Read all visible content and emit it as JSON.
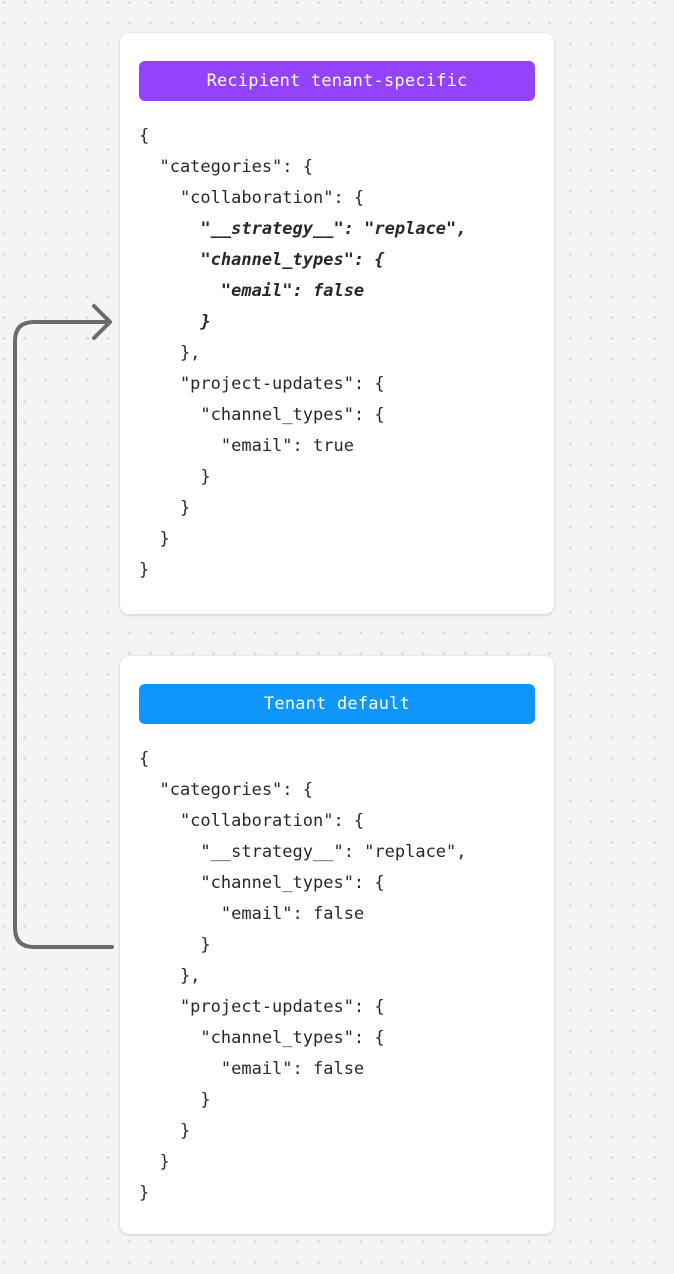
{
  "canvas": {
    "background_color": "#f4f4f4",
    "dot_color": "#c9c9c9"
  },
  "connector": {
    "name": "inheritance-arrow",
    "description": "arrow from tenant-default card to recipient tenant-specific card",
    "stroke_color": "#6b6b6b",
    "stroke_width": 4,
    "arrowhead": "chevron-right"
  },
  "cards": [
    {
      "id": "recipient",
      "header_label": "Recipient tenant-specific",
      "header_color": "#9442fb",
      "header_text_color": "#ffffff",
      "body_text_color": "#24292e",
      "lines": [
        {
          "text": "{",
          "highlight": false
        },
        {
          "text": "  \"categories\": {",
          "highlight": false
        },
        {
          "text": "    \"collaboration\": {",
          "highlight": false
        },
        {
          "text": "      \"__strategy__\": \"replace\",",
          "highlight": true
        },
        {
          "text": "      \"channel_types\": {",
          "highlight": true
        },
        {
          "text": "        \"email\": false",
          "highlight": true
        },
        {
          "text": "      }",
          "highlight": true
        },
        {
          "text": "    },",
          "highlight": false
        },
        {
          "text": "    \"project-updates\": {",
          "highlight": false
        },
        {
          "text": "      \"channel_types\": {",
          "highlight": false
        },
        {
          "text": "        \"email\": true",
          "highlight": false
        },
        {
          "text": "      }",
          "highlight": false
        },
        {
          "text": "    }",
          "highlight": false
        },
        {
          "text": "  }",
          "highlight": false
        },
        {
          "text": "}",
          "highlight": false
        }
      ]
    },
    {
      "id": "tenant",
      "header_label": "Tenant default",
      "header_color": "#0e96fa",
      "header_text_color": "#ffffff",
      "body_text_color": "#24292e",
      "lines": [
        {
          "text": "{",
          "highlight": false
        },
        {
          "text": "  \"categories\": {",
          "highlight": false
        },
        {
          "text": "    \"collaboration\": {",
          "highlight": false
        },
        {
          "text": "      \"__strategy__\": \"replace\",",
          "highlight": false
        },
        {
          "text": "      \"channel_types\": {",
          "highlight": false
        },
        {
          "text": "        \"email\": false",
          "highlight": false
        },
        {
          "text": "      }",
          "highlight": false
        },
        {
          "text": "    },",
          "highlight": false
        },
        {
          "text": "    \"project-updates\": {",
          "highlight": false
        },
        {
          "text": "      \"channel_types\": {",
          "highlight": false
        },
        {
          "text": "        \"email\": false",
          "highlight": false
        },
        {
          "text": "      }",
          "highlight": false
        },
        {
          "text": "    }",
          "highlight": false
        },
        {
          "text": "  }",
          "highlight": false
        },
        {
          "text": "}",
          "highlight": false
        }
      ]
    }
  ]
}
